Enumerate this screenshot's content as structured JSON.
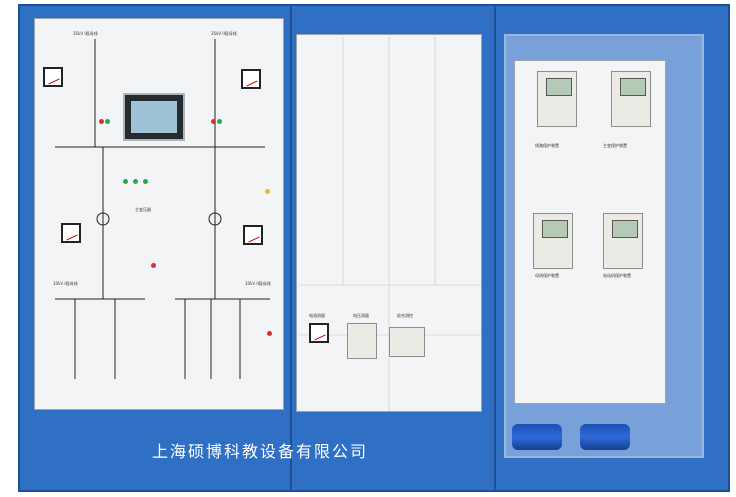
{
  "brand": {
    "text": "上海硕博科教设备有限公司"
  },
  "colors": {
    "cabinet": "#2f6fc4",
    "panel": "#f3f4f5",
    "red": "#d9322b",
    "green": "#2aa84a",
    "yellow": "#e8c020",
    "black": "#1a1a1a"
  },
  "left_panel": {
    "bus_labels": [
      "35kV I段母线",
      "35kV II段母线",
      "10kV I段母线",
      "10kV II段母线"
    ],
    "transformer_label": "主变压器"
  },
  "middle_panel": {
    "module_labels": [
      "电流测量",
      "电压测量",
      "综合测控"
    ]
  },
  "right_panel": {
    "relay_labels": [
      "线路保护装置",
      "主变保护装置",
      "母线保护装置",
      "电动机保护装置"
    ]
  },
  "icons": [
    "meter-icon",
    "switch-icon",
    "indicator-lamp-icon",
    "selector-knob-icon"
  ]
}
